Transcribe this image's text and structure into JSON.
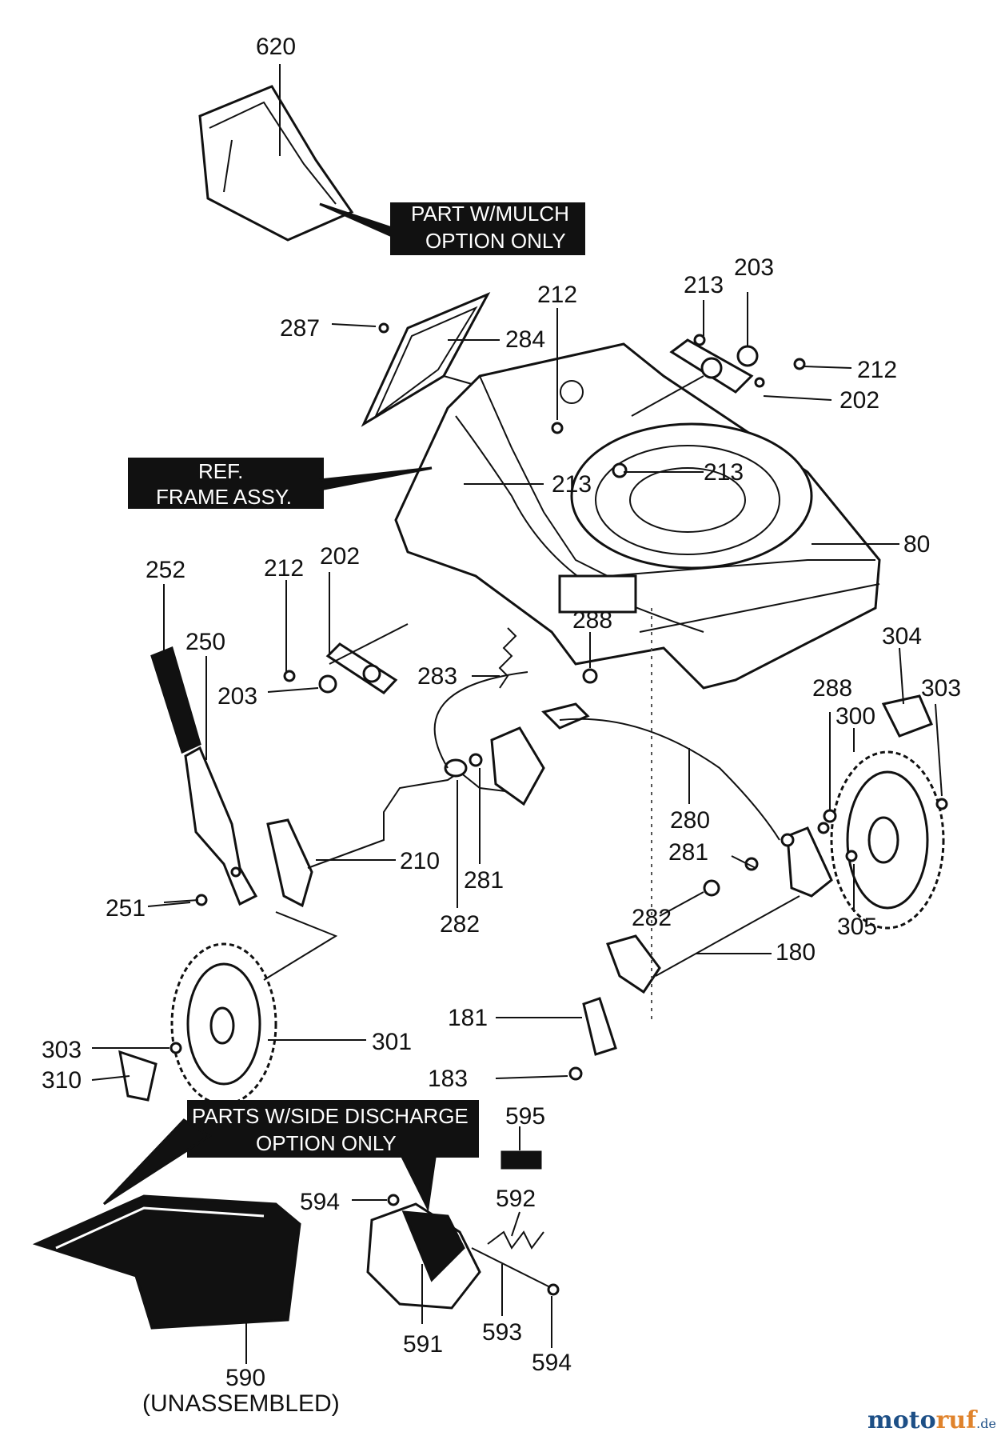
{
  "callouts": {
    "mulch": [
      "PART W/MULCH",
      "OPTION ONLY"
    ],
    "frame": [
      "REF.",
      "FRAME ASSY."
    ],
    "side_discharge": [
      "PARTS W/SIDE DISCHARGE",
      "OPTION ONLY"
    ]
  },
  "parts": {
    "p620": "620",
    "p287": "287",
    "p284": "284",
    "p212a": "212",
    "p213a": "213",
    "p203a": "203",
    "p212b": "212",
    "p202a": "202",
    "p213b": "213",
    "p213c": "213",
    "p80": "80",
    "p252": "252",
    "p250": "250",
    "p212c": "212",
    "p202b": "202",
    "p203b": "203",
    "p288a": "288",
    "p283": "283",
    "p304": "304",
    "p288b": "288",
    "p303a": "303",
    "p300": "300",
    "p280": "280",
    "p281a": "281",
    "p210": "210",
    "p281b": "281",
    "p282a": "282",
    "p282b": "282",
    "p251": "251",
    "p305": "305",
    "p180": "180",
    "p181": "181",
    "p303b": "303",
    "p310": "310",
    "p301": "301",
    "p183": "183",
    "p595": "595",
    "p594a": "594",
    "p592": "592",
    "p593": "593",
    "p591": "591",
    "p594b": "594",
    "p590": "590",
    "p590_note": "(UNASSEMBLED)"
  },
  "watermark": {
    "part1": "moto",
    "part2": "ruf",
    "suffix": ".de"
  }
}
